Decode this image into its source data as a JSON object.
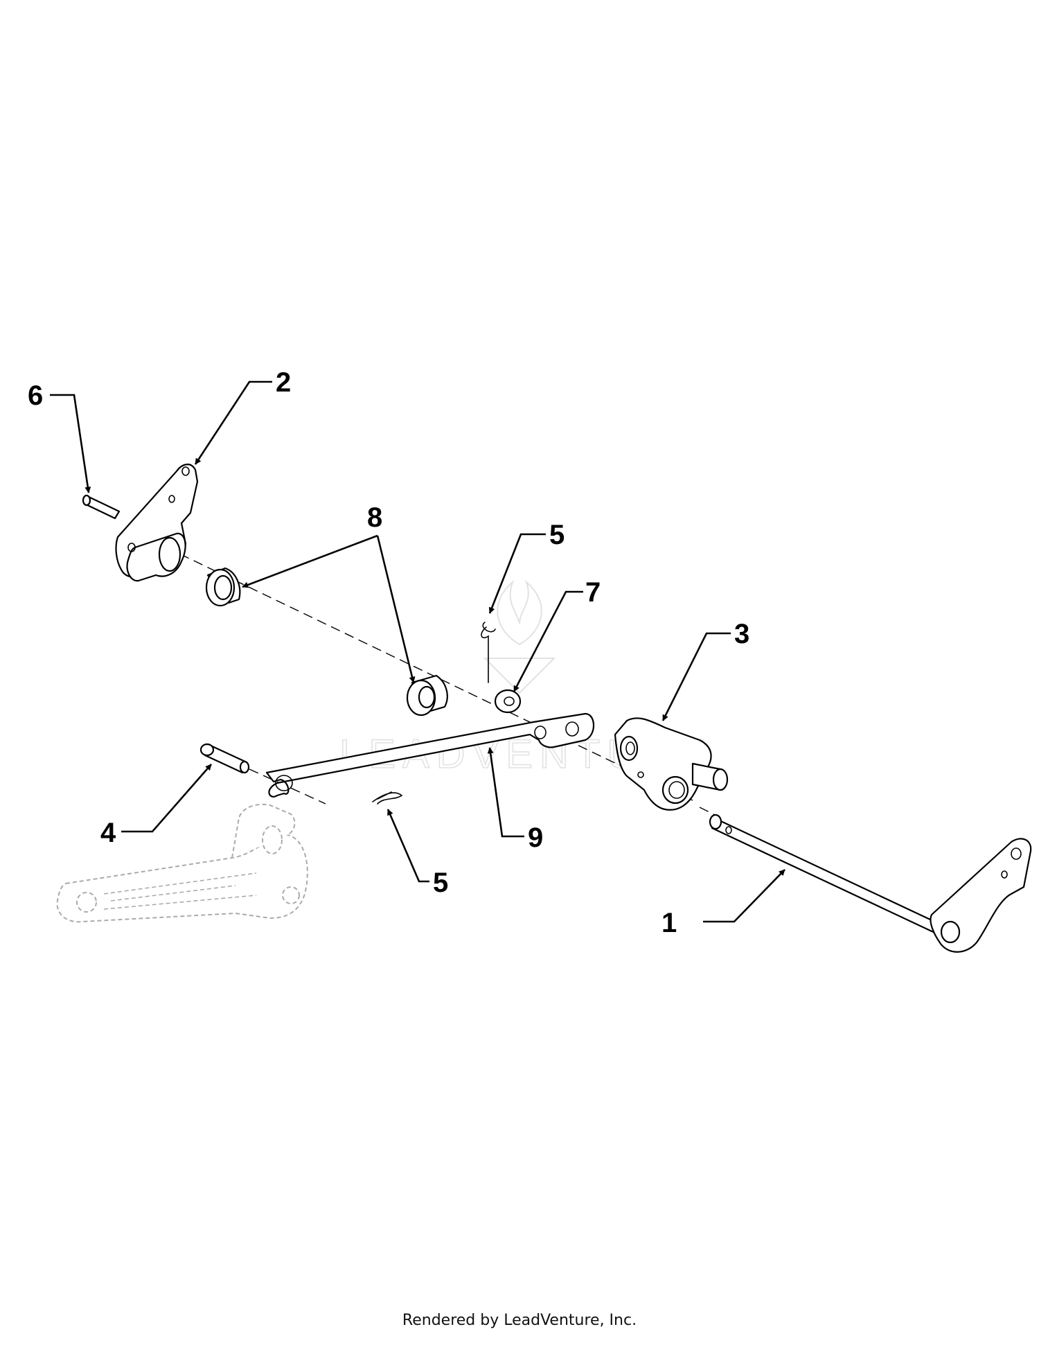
{
  "callouts": [
    "1",
    "2",
    "3",
    "4",
    "5",
    "5",
    "6",
    "7",
    "8",
    "9"
  ],
  "watermark_text": "LEADVENTURE",
  "footer_text": "Rendered by LeadVenture, Inc."
}
